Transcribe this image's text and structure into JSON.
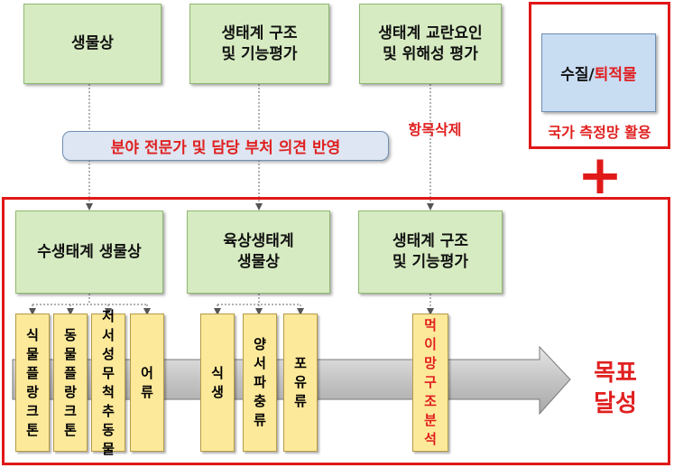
{
  "top_boxes": {
    "biota": "생물상",
    "structure": "생태계 구조\n및 기능평가",
    "disturbance": "생태계 교란요인\n및 위해성 평가"
  },
  "side": {
    "water_prefix": "수질/",
    "water_suffix": "퇴적물",
    "national_network": "국가 측정망 활용",
    "plus": "+"
  },
  "item_deleted": "항목삭제",
  "expert_opinion": "분야 전문가 및 담당 부처 의견 반영",
  "lower_boxes": {
    "aquatic": "수생태계 생물상",
    "terrestrial": "육상생태계\n생물상",
    "structure": "생태계 구조\n및 기능평가"
  },
  "vertical_items": {
    "phytoplankton": "식물플랑크톤",
    "zooplankton": "동물플랑크톤",
    "benthic": "저서성무척추동물",
    "fish": "어류",
    "vegetation": "식생",
    "amphibians": "양서파충류",
    "mammals": "포유류",
    "food_web": "먹이망구조분석"
  },
  "goal": "목표\n달성",
  "colors": {
    "red": "#e02020",
    "green": "#d6ebc1",
    "yellow": "#fde99a",
    "blue": "#c8dcf2"
  }
}
